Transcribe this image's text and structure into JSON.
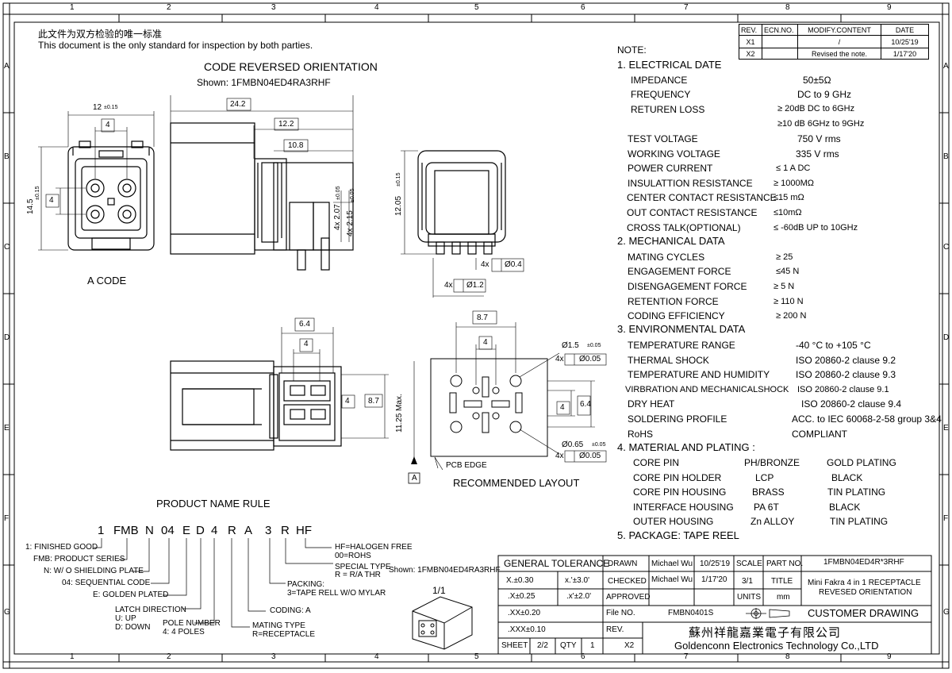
{
  "border": {
    "top_numbers": [
      "1",
      "2",
      "3",
      "4",
      "5",
      "6",
      "7",
      "8",
      "9"
    ],
    "side_letters": [
      "A",
      "B",
      "C",
      "D",
      "E",
      "F",
      "G"
    ]
  },
  "header": {
    "chinese": "此文件为双方检验的唯一标准",
    "english": "This document is the only standard for inspection by both parties."
  },
  "revision": {
    "headers": [
      "REV.",
      "ECN.NO.",
      "MODIFY.CONTENT",
      "DATE"
    ],
    "rows": [
      [
        "X1",
        "",
        "/",
        "10/25'19"
      ],
      [
        "X2",
        "",
        "Revised the note.",
        "1/17'20"
      ]
    ]
  },
  "drawing": {
    "title_line1": "CODE REVERSED ORIENTATION",
    "title_line2": "Shown: 1FMBN04ED4RA3RHF",
    "a_code_label": "A CODE",
    "recommended_layout": "RECOMMENDED LAYOUT",
    "pcb_edge": "PCB EDGE",
    "datum_a": "A",
    "dims": {
      "d12": "12",
      "d12tol": "±0.15",
      "d4": "4",
      "d14_5": "14.5",
      "d14_5tol": "±0.15",
      "d24_2": "24.2",
      "d12_2": "12.2",
      "d10_8": "10.8",
      "d4x207": "4x 2.07",
      "d207tol": "±0.05",
      "d4x215": "4x 2.15",
      "d215tol": "±0.05",
      "d12_05": "12.05",
      "d12_05tol": "±0.15",
      "d4x": "4x",
      "d_phi04": "Ø0.4",
      "d_phi12": "Ø1.2",
      "d6_4": "6.4",
      "d8_7": "8.7",
      "d11_25": "11.25  Max.",
      "d_phi15": "Ø1.5",
      "d_phi15tol": "±0.05",
      "d_pos005": "Ø0.05",
      "d_phi065": "Ø0.65",
      "d_phi065tol": "±0.05"
    }
  },
  "notes": {
    "title": "NOTE:",
    "sections": [
      {
        "heading": "1. ELECTRICAL DATE",
        "items": [
          [
            "IMPEDANCE",
            "50±5Ω"
          ],
          [
            "FREQUENCY",
            "DC to 9 GHz"
          ],
          [
            "RETUREN LOSS",
            "≥ 20dB DC to 6GHz"
          ],
          [
            "",
            "≥10 dB 6GHz to 9GHz"
          ],
          [
            "TEST VOLTAGE",
            "750 V rms"
          ],
          [
            "WORKING VOLTAGE",
            "335 V rms"
          ],
          [
            "POWER CURRENT",
            "≤ 1 A DC"
          ],
          [
            "INSULATTION RESISTANCE",
            "≥ 1000MΩ"
          ],
          [
            "CENTER CONTACT  RESISTANCE",
            "≤15 mΩ"
          ],
          [
            "OUT CONTACT RESISTANCE",
            "≤10mΩ"
          ],
          [
            "CROSS TALK(OPTIONAL)",
            "≤ -60dB UP to 10GHz"
          ]
        ]
      },
      {
        "heading": "2. MECHANICAL DATA",
        "items": [
          [
            "MATING CYCLES",
            "≥ 25"
          ],
          [
            "ENGAGEMENT FORCE",
            "≤45 N"
          ],
          [
            "DISENGAGEMENT FORCE",
            "≥  5 N"
          ],
          [
            "RETENTION FORCE",
            "≥  110 N"
          ],
          [
            "CODING EFFICIENCY",
            "≥ 200 N"
          ]
        ]
      },
      {
        "heading": "3. ENVIRONMENTAL DATA",
        "items": [
          [
            "TEMPERATURE RANGE",
            "-40 °C to +105 °C"
          ],
          [
            "THERMAL SHOCK",
            "ISO 20860-2 clause 9.2"
          ],
          [
            "TEMPERATURE AND HUMIDITY",
            "ISO 20860-2 clause 9.3"
          ],
          [
            "VIRBRATION AND MECHANICALSHOCK",
            "ISO 20860-2 clause 9.1"
          ],
          [
            "DRY HEAT",
            "ISO 20860-2 clause 9.4"
          ],
          [
            "SOLDERING PROFILE",
            "ACC. to IEC 60068-2-58 group 3&4"
          ],
          [
            "RoHS",
            "COMPLIANT"
          ]
        ]
      },
      {
        "heading": "4. MATERIAL AND PLATING :",
        "items": [
          [
            "CORE PIN",
            "PH/BRONZE",
            "GOLD PLATING"
          ],
          [
            "CORE PIN HOLDER",
            "LCP",
            "BLACK"
          ],
          [
            "CORE PIN HOUSING",
            "BRASS",
            "TIN PLATING"
          ],
          [
            "INTERFACE HOUSING",
            "PA 6T",
            "BLACK"
          ],
          [
            "OUTER  HOUSING",
            "Zn ALLOY",
            "TIN PLATING"
          ]
        ]
      },
      {
        "heading": "5. PACKAGE:   TAPE REEL",
        "items": []
      }
    ]
  },
  "product_rule": {
    "title": "PRODUCT NAME RULE",
    "code_parts": [
      "1",
      "FMB",
      "N",
      "04",
      "E",
      "D",
      "4",
      "R",
      "A",
      "3",
      "R",
      "HF"
    ],
    "labels": {
      "finished": "1: FINISHED GOOD",
      "series": "FMB: PRODUCT SERIES",
      "shield": "N: W/ O SHIELDING PLATE",
      "seq": "04: SEQUENTIAL CODE",
      "plated": "E: GOLDEN PLATED",
      "latch1": "LATCH DIRECTION",
      "latch2": "U: UP",
      "latch3": "D: DOWN",
      "pole1": "POLE NUMBER",
      "pole2": "4: 4 POLES",
      "mating1": "MATING TYPE",
      "mating2": "R=RECEPTACLE",
      "coding": "CODING: A",
      "pack1": "PACKING:",
      "pack2": "3=TAPE RELL W/O MYLAR",
      "special1": "SPECIAL TYPE",
      "special2": "R = R/A THR",
      "hf1": "HF=HALOGEN FREE",
      "hf2": "00=ROHS"
    },
    "shown": "Shown: 1FMBN04ED4RA3RHF",
    "scale_iso": "1/1"
  },
  "title_block": {
    "general_tolerance": "GENERAL TOLERANCE",
    "tol": [
      [
        "X.±0.30",
        "x.'±3.0'"
      ],
      [
        ".X±0.25",
        ".x'±2.0'"
      ],
      [
        ".XX±0.20",
        ""
      ],
      [
        ".XXX±0.10",
        ""
      ]
    ],
    "drawn": "DRAWN",
    "drawn_name": "Michael Wu",
    "drawn_date": "10/25'19",
    "scale": "SCALE",
    "part_no": "PART NO.",
    "part_no_val": "1FMBN04ED4R*3RHF",
    "checked": "CHECKED",
    "checked_name": "Michael Wu",
    "checked_date": "1/17'20",
    "scale_val": "3/1",
    "title": "TITLE",
    "title_val1": "Mini Fakra 4 in 1 RECEPTACLE",
    "title_val2": "REVESED ORIENTATION",
    "approved": "APPROVED",
    "units": "UNITS",
    "units_val": "mm",
    "file_no": "File NO.",
    "file_no_val": "FMBN0401S",
    "customer_drawing": "CUSTOMER DRAWING",
    "rev": "REV.",
    "company_cn": "蘇州祥龍嘉業電子有限公司",
    "company_en": "Goldenconn Electronics Technology Co.,LTD",
    "sheet": "SHEET",
    "sheet_val": "2/2",
    "qty": "QTY",
    "qty_val": "1",
    "rev_val": "X2"
  }
}
